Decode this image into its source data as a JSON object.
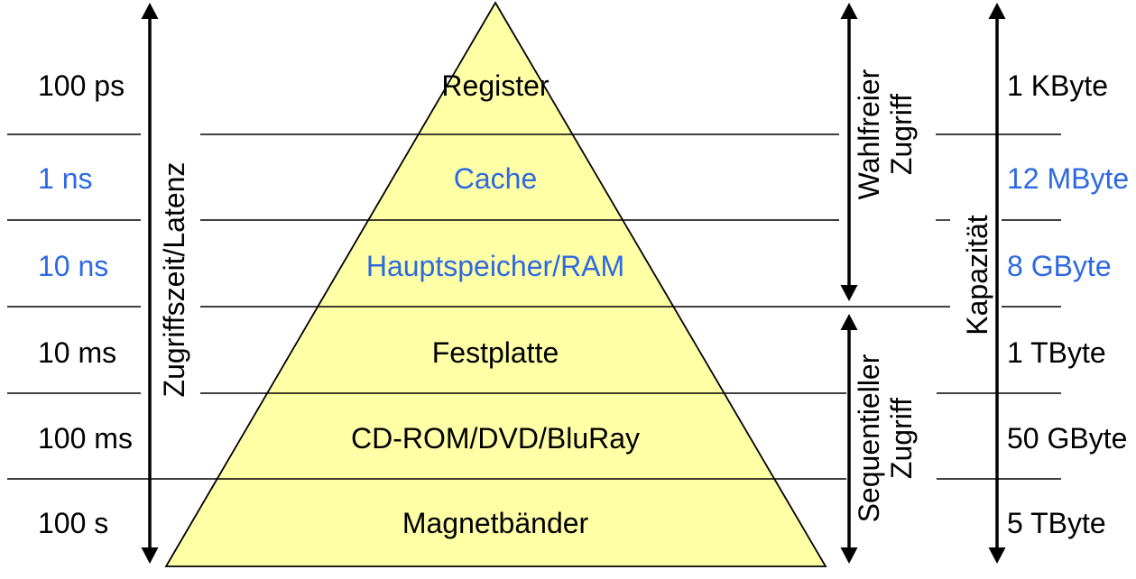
{
  "colors": {
    "highlight_blue": "#2d69e1",
    "text_black": "#000000",
    "pyramid_fill": "#ffffa6",
    "background": "#ffffff"
  },
  "left_axis": {
    "label": "Zugriffszeit/Latenz"
  },
  "capacity_axis": {
    "label": "Kapazität"
  },
  "random_access": {
    "line1": "Wahlfreier",
    "line2": "Zugriff"
  },
  "sequential_access": {
    "line1": "Sequentieller",
    "line2": "Zugriff"
  },
  "levels": [
    {
      "name": "Register",
      "latency": "100 ps",
      "capacity": "1 KByte",
      "highlight": false
    },
    {
      "name": "Cache",
      "latency": "1 ns",
      "capacity": "12 MByte",
      "highlight": true
    },
    {
      "name": "Hauptspeicher/RAM",
      "latency": "10 ns",
      "capacity": "8 GByte",
      "highlight": true
    },
    {
      "name": "Festplatte",
      "latency": "10 ms",
      "capacity": "1 TByte",
      "highlight": false
    },
    {
      "name": "CD-ROM/DVD/BluRay",
      "latency": "100 ms",
      "capacity": "50 GByte",
      "highlight": false
    },
    {
      "name": "Magnetbänder",
      "latency": "100 s",
      "capacity": "5 TByte",
      "highlight": false
    }
  ]
}
